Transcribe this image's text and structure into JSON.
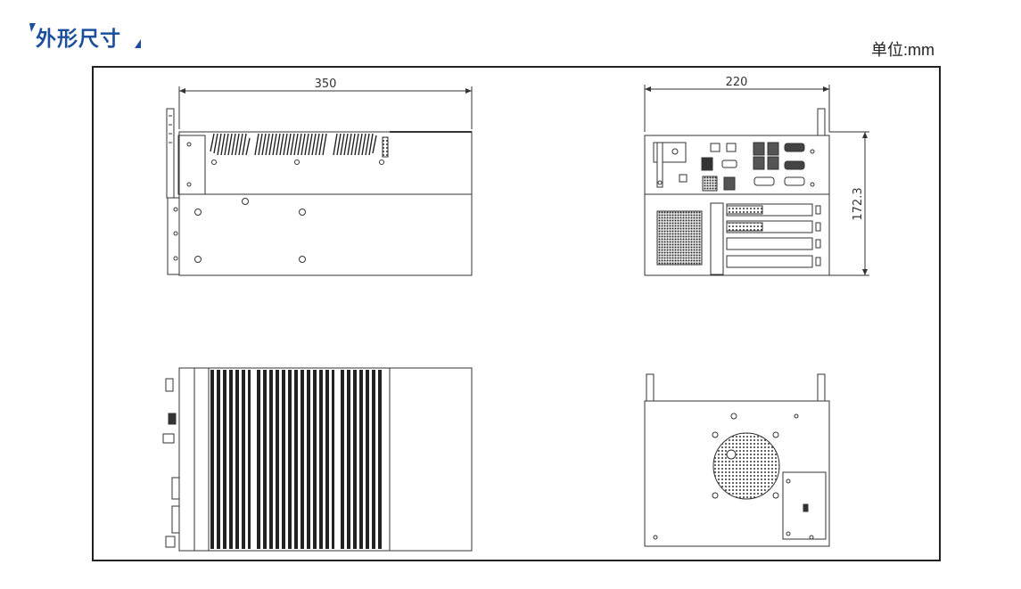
{
  "header": {
    "title": "外形尺寸",
    "unit": "单位:mm"
  },
  "colors": {
    "title_blue": "#1b4f9c",
    "line": "#333333",
    "fin": "#222222"
  },
  "dimensions": {
    "length": "350",
    "width": "220",
    "height": "172.3"
  },
  "views": [
    {
      "name": "side-view-top-left"
    },
    {
      "name": "front-io-view"
    },
    {
      "name": "side-view-heatsink"
    },
    {
      "name": "rear-fan-view"
    }
  ]
}
